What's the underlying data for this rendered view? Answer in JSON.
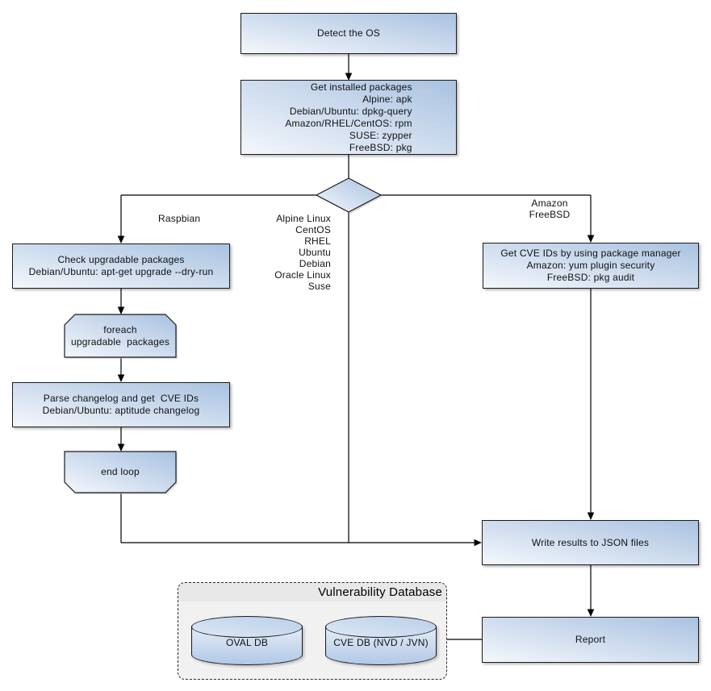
{
  "nodes": {
    "detect_os": {
      "text": "Detect the OS"
    },
    "get_packages": {
      "text": "Get installed packages\nAlpine: apk\nDebian/Ubuntu: dpkg-query\nAmazon/RHEL/CentOS: rpm\nSUSE: zypper\nFreeBSD: pkg"
    },
    "check_upgradable": {
      "text": "Check upgradable packages\nDebian/Ubuntu: apt-get upgrade --dry-run"
    },
    "foreach_loop": {
      "text": "foreach\nupgradable  packages"
    },
    "parse_changelog": {
      "text": "Parse changelog and get  CVE IDs\nDebian/Ubuntu: aptitude changelog"
    },
    "end_loop": {
      "text": "end loop"
    },
    "get_cve_ids": {
      "text": "Get CVE IDs by using package manager\nAmazon: yum plugin security\nFreeBSD: pkg audit"
    },
    "write_results": {
      "text": "Write results to JSON files"
    },
    "report": {
      "text": "Report"
    }
  },
  "edge_labels": {
    "raspbian": "Raspbian",
    "os_list": "Alpine Linux\nCentOS\nRHEL\nUbuntu\nDebian\nOracle Linux\nSuse",
    "amazon_freebsd": "Amazon\nFreeBSD"
  },
  "database_group": {
    "title": "Vulnerability Database",
    "cylinders": [
      {
        "label": "OVAL DB"
      },
      {
        "label": "CVE DB (NVD / JVN)"
      }
    ]
  },
  "colors": {
    "node_gradient_light": "#f4f7fc",
    "node_gradient_dark": "#a9c2e1",
    "node_border": "#1b1b1b",
    "connector": "#000000",
    "group_background": "#f1f1f1",
    "group_title_background": "#e8e8e8",
    "text": "#111111"
  }
}
